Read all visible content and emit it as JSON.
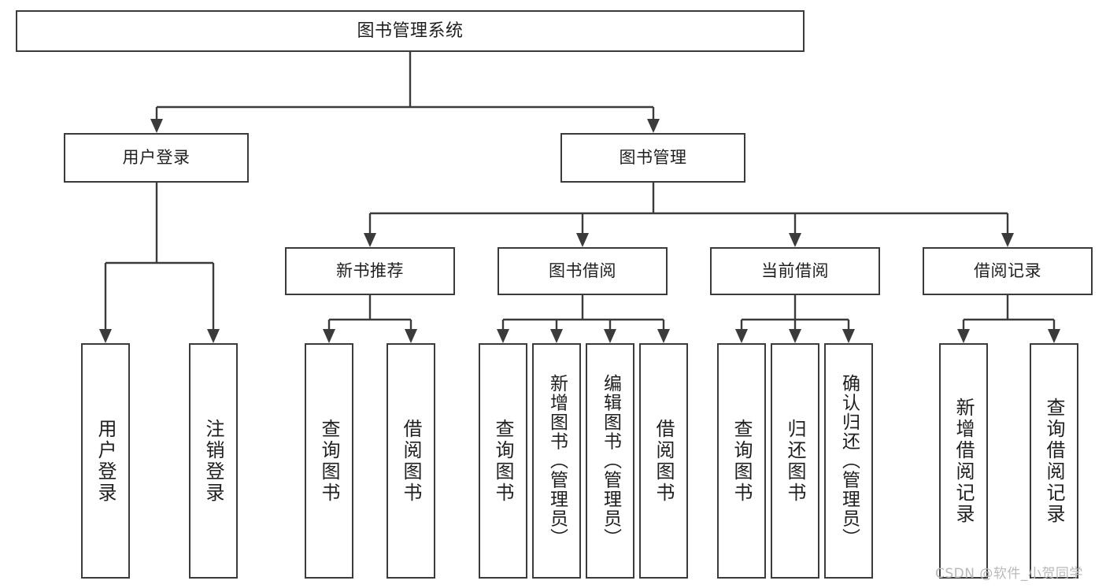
{
  "diagram": {
    "type": "tree",
    "title": "图书管理系统",
    "orientation": "top-down",
    "style": {
      "box_border_color": "#3b3b3b",
      "box_fill_color": "#ffffff",
      "connector_color": "#3b3b3b",
      "text_color": "#1f1f1f",
      "background": "#ffffff"
    },
    "nodes": {
      "root": {
        "label": "图书管理系统",
        "level": 1
      },
      "user_login": {
        "label": "用户登录",
        "level": 2
      },
      "book_manage": {
        "label": "图书管理",
        "level": 2
      },
      "new_book_rec": {
        "label": "新书推荐",
        "level": 3
      },
      "book_borrow": {
        "label": "图书借阅",
        "level": 3
      },
      "current_borrow": {
        "label": "当前借阅",
        "level": 3
      },
      "borrow_record": {
        "label": "借阅记录",
        "level": 3
      },
      "leaf_user_login": {
        "label": "用户登录",
        "level": 4
      },
      "leaf_logout": {
        "label": "注销登录",
        "level": 4
      },
      "leaf_query_book_1": {
        "label": "查询图书",
        "level": 4
      },
      "leaf_borrow_book_1": {
        "label": "借阅图书",
        "level": 4
      },
      "leaf_query_book_2": {
        "label": "查询图书",
        "level": 4
      },
      "leaf_add_book": {
        "label": "新增图书（管理员）",
        "level": 4
      },
      "leaf_edit_book": {
        "label": "编辑图书（管理员）",
        "level": 4
      },
      "leaf_borrow_book_2": {
        "label": "借阅图书",
        "level": 4
      },
      "leaf_query_book_3": {
        "label": "查询图书",
        "level": 4
      },
      "leaf_return_book": {
        "label": "归还图书",
        "level": 4
      },
      "leaf_confirm_return": {
        "label": "确认归还（管理员）",
        "level": 4
      },
      "leaf_add_record": {
        "label": "新增借阅记录",
        "level": 4
      },
      "leaf_query_record": {
        "label": "查询借阅记录",
        "level": 4
      }
    },
    "edges": [
      {
        "from": "root",
        "to": "user_login"
      },
      {
        "from": "root",
        "to": "book_manage"
      },
      {
        "from": "book_manage",
        "to": "new_book_rec"
      },
      {
        "from": "book_manage",
        "to": "book_borrow"
      },
      {
        "from": "book_manage",
        "to": "current_borrow"
      },
      {
        "from": "book_manage",
        "to": "borrow_record"
      },
      {
        "from": "user_login",
        "to": "leaf_user_login"
      },
      {
        "from": "user_login",
        "to": "leaf_logout"
      },
      {
        "from": "new_book_rec",
        "to": "leaf_query_book_1"
      },
      {
        "from": "new_book_rec",
        "to": "leaf_borrow_book_1"
      },
      {
        "from": "book_borrow",
        "to": "leaf_query_book_2"
      },
      {
        "from": "book_borrow",
        "to": "leaf_add_book"
      },
      {
        "from": "book_borrow",
        "to": "leaf_edit_book"
      },
      {
        "from": "book_borrow",
        "to": "leaf_borrow_book_2"
      },
      {
        "from": "current_borrow",
        "to": "leaf_query_book_3"
      },
      {
        "from": "current_borrow",
        "to": "leaf_return_book"
      },
      {
        "from": "current_borrow",
        "to": "leaf_confirm_return"
      },
      {
        "from": "borrow_record",
        "to": "leaf_add_record"
      },
      {
        "from": "borrow_record",
        "to": "leaf_query_record"
      }
    ]
  },
  "watermark": {
    "text": "CSDN @软件_小贺同学"
  }
}
